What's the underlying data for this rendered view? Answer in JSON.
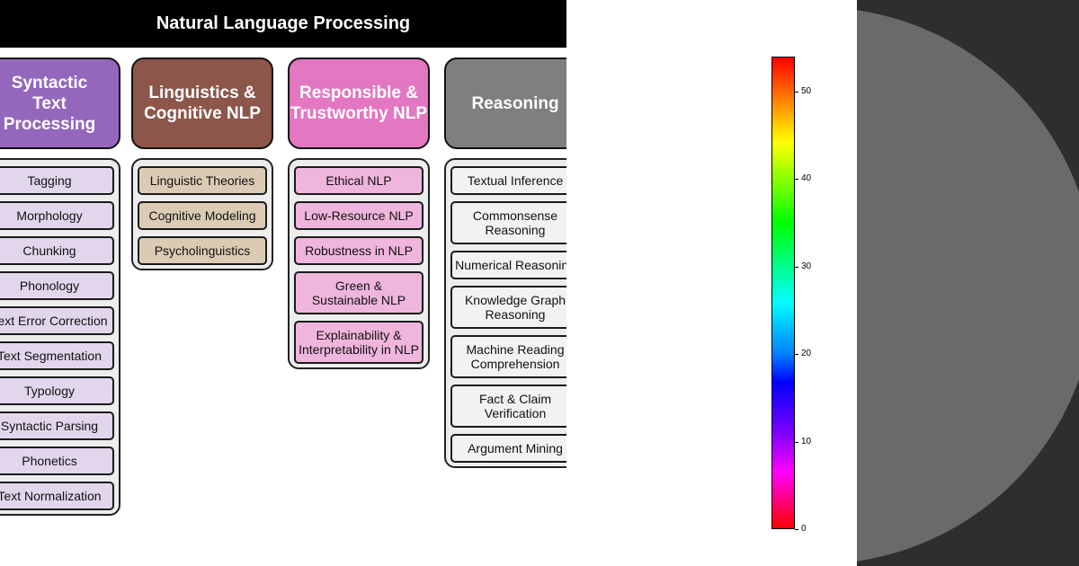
{
  "title": "Natural Language Processing",
  "columns": [
    {
      "header": "Syntactic\nText\nProcessing",
      "header_color": "#9467bd",
      "item_color": "#e2d6ec",
      "items": [
        "Tagging",
        "Morphology",
        "Chunking",
        "Phonology",
        "Text Error Correction",
        "Text Segmentation",
        "Typology",
        "Syntactic Parsing",
        "Phonetics",
        "Text Normalization"
      ]
    },
    {
      "header": "Linguistics &\nCognitive NLP",
      "header_color": "#8c564b",
      "item_color": "#dccbb4",
      "items": [
        "Linguistic Theories",
        "Cognitive Modeling",
        "Psycholinguistics"
      ]
    },
    {
      "header": "Responsible &\nTrustworthy NLP",
      "header_color": "#e377c2",
      "item_color": "#f0b5dd",
      "items": [
        "Ethical NLP",
        "Low-Resource NLP",
        "Robustness in NLP",
        "Green &\nSustainable NLP",
        "Explainability &\nInterpretability in NLP"
      ]
    },
    {
      "header": "Reasoning",
      "header_color": "#7f7f7f",
      "item_color": "#f2f2f2",
      "items": [
        "Textual Inference",
        "Commonsense\nReasoning",
        "Numerical Reasoning",
        "Knowledge Graph\nReasoning",
        "Machine Reading\nComprehension",
        "Fact & Claim\nVerification",
        "Argument Mining"
      ]
    }
  ],
  "colorbar": {
    "colormap": "hsv",
    "range": [
      0,
      54
    ],
    "ticks": [
      "0",
      "10",
      "20",
      "30",
      "40",
      "50"
    ]
  }
}
